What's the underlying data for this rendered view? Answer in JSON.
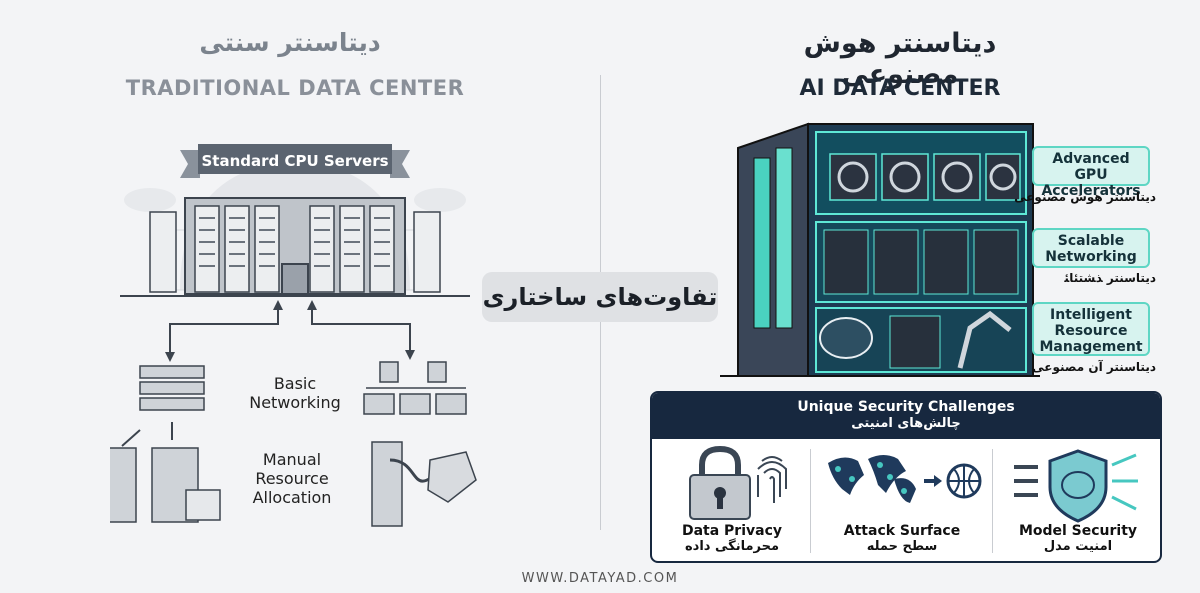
{
  "left": {
    "title_fa": "دیتاسنتر سنتی",
    "title_en": "TRADITIONAL DATA CENTER",
    "banner": "Standard CPU Servers",
    "label_networking": "Basic\nNetworking",
    "label_allocation": "Manual\nResource\nAllocation"
  },
  "center": {
    "badge": "تفاوت‌های ساختاری"
  },
  "right": {
    "title_fa": "دیتاسنتر هوش مصنوعی",
    "title_en": "AI DATA CENTER",
    "callouts": [
      {
        "en": "Advanced GPU\nAccelerators",
        "fa": "دیتاسنتر هوش مصنوعی"
      },
      {
        "en": "Scalable\nNetworking",
        "fa": "دیتاسنتر ﺬﺸﺘﺌﺎﺌ"
      },
      {
        "en": "Intelligent\nResource\nManagement",
        "fa": "دیتاسنتر آن مصنوعی"
      }
    ]
  },
  "security": {
    "title_en": "Unique Security Challenges",
    "title_fa": "چالش‌های امنیتی",
    "items": [
      {
        "en": "Data Privacy",
        "fa": "محرمانگی داده"
      },
      {
        "en": "Attack Surface",
        "fa": "سطح حمله"
      },
      {
        "en": "Model Security",
        "fa": "امنیت مدل"
      }
    ]
  },
  "footer": "WWW.DATAYAD.COM",
  "colors": {
    "navy": "#17283f",
    "teal": "#5ed6c4",
    "gray_text": "#8a9099"
  }
}
